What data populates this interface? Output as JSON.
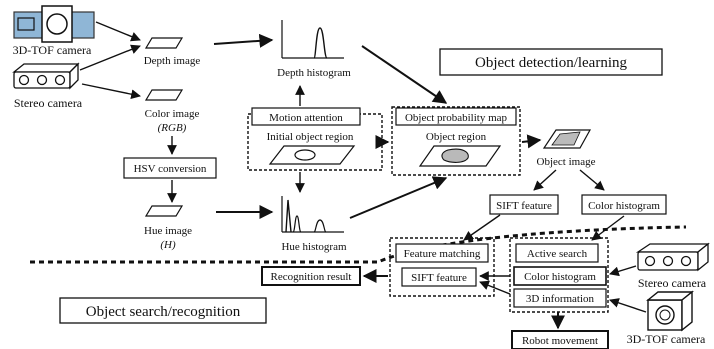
{
  "diagram": {
    "sections": {
      "detection_title": "Object detection/learning",
      "search_title": "Object search/recognition"
    },
    "sensors": {
      "tof_top": "3D-TOF camera",
      "stereo_left": "Stereo camera",
      "stereo_right": "Stereo camera",
      "tof_bottom": "3D-TOF camera"
    },
    "nodes": {
      "depth_image": "Depth image",
      "color_image": "Color image",
      "color_image_sub": "(RGB)",
      "hsv_conversion": "HSV conversion",
      "hue_image": "Hue image",
      "hue_image_sub": "(H)",
      "depth_histogram": "Depth histogram",
      "hue_histogram": "Hue histogram",
      "motion_attention": "Motion attention",
      "initial_object_region": "Initial object region",
      "object_probability_map": "Object probability map",
      "object_region": "Object region",
      "object_image": "Object image",
      "sift_feature_top": "SIFT feature",
      "color_histogram_top": "Color histogram",
      "feature_matching": "Feature matching",
      "active_search": "Active search",
      "sift_feature_bottom": "SIFT feature",
      "color_histogram_bottom": "Color histogram",
      "three_d_information": "3D information",
      "recognition_result": "Recognition result",
      "robot_movement": "Robot movement"
    }
  }
}
